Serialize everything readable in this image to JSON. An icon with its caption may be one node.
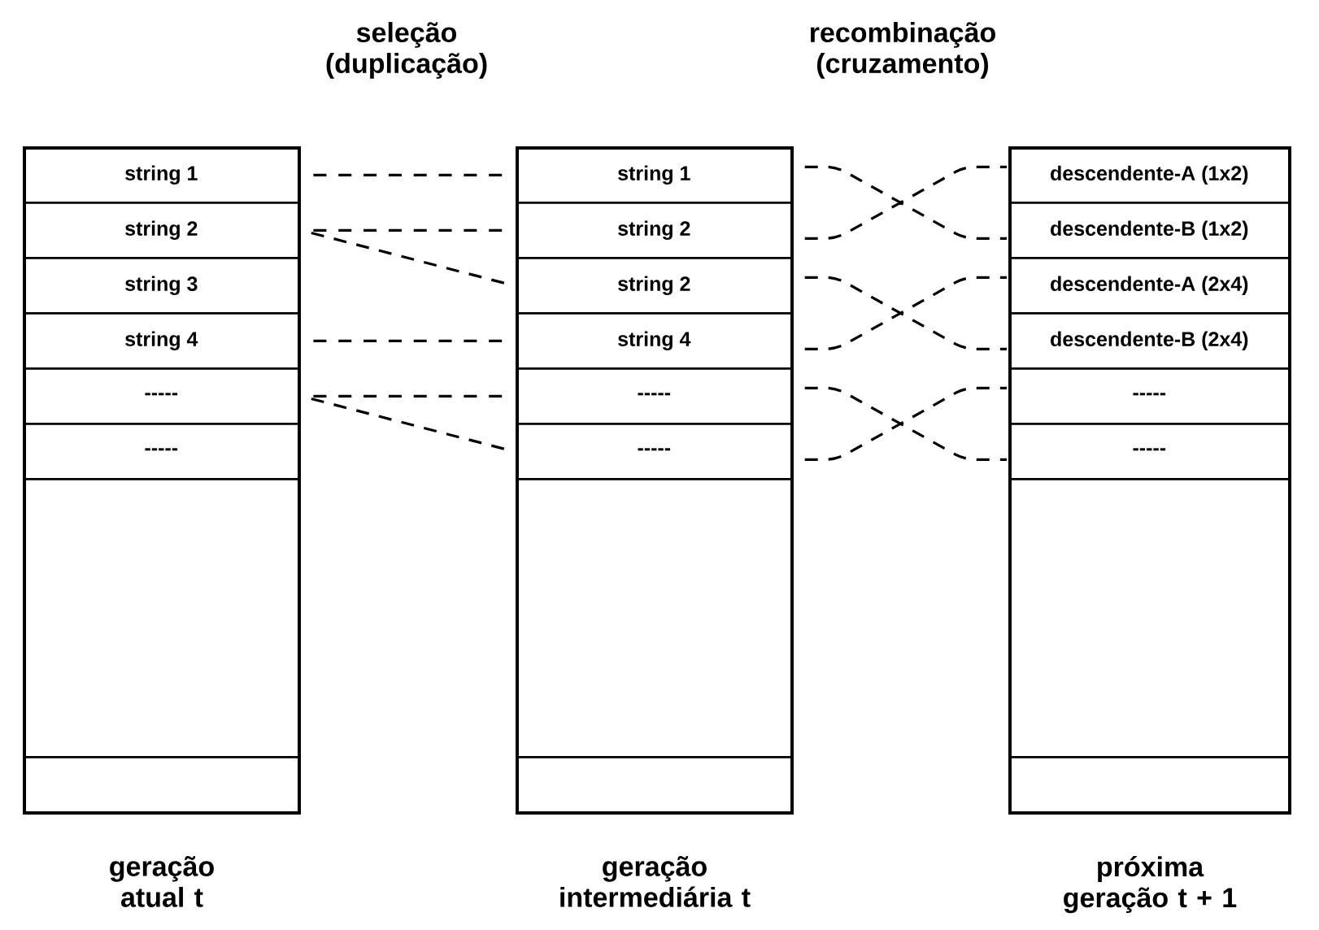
{
  "diagram": {
    "nodes": [
      {
        "text": [
          "geração atual t"
        ]
      },
      {
        "text": [
          "string 1"
        ],
        "in": 0
      },
      {
        "text": [
          "string 2"
        ],
        "in": 0
      },
      {
        "text": [
          "string 3"
        ],
        "in": 0
      },
      {
        "text": [
          "string 4"
        ],
        "in": 0
      },
      {
        "text": [
          "-----"
        ],
        "in": 0
      },
      {
        "text": [
          "-----"
        ],
        "in": 0
      },
      {
        "text": [],
        "shape": "box",
        "in": 0
      },
      {
        "text": [],
        "shape": "box",
        "in": 0
      },
      {
        "text": [
          "geração intermediária t"
        ]
      },
      {
        "text": [
          "string 1"
        ],
        "in": 9
      },
      {
        "text": [
          "string 2"
        ],
        "in": 9
      },
      {
        "text": [
          "string 2"
        ],
        "in": 9
      },
      {
        "text": [
          "string 4"
        ],
        "in": 9
      },
      {
        "text": [
          "-----"
        ],
        "in": 9
      },
      {
        "text": [
          "-----"
        ],
        "in": 9
      },
      {
        "text": [],
        "shape": "box",
        "in": 9
      },
      {
        "text": [],
        "shape": "box",
        "in": 9
      },
      {
        "text": [
          "próxima geração t + 1"
        ]
      },
      {
        "text": [
          "descendente-A (1x2)"
        ],
        "in": 18
      },
      {
        "text": [
          "descendente-B (1x2)"
        ],
        "in": 18
      },
      {
        "text": [
          "descendente-A (2x4)"
        ],
        "in": 18
      },
      {
        "text": [
          "descendente-B (2x4)"
        ],
        "in": 18
      },
      {
        "text": [
          "-----"
        ],
        "in": 18
      },
      {
        "text": [
          "-----"
        ],
        "in": 18
      },
      {
        "text": [],
        "shape": "box",
        "in": 18
      },
      {
        "text": [],
        "shape": "box",
        "in": 18
      }
    ],
    "edges": [
      {
        "from": 1,
        "to": 10,
        "arrow": "none",
        "style": "dashed"
      },
      {
        "from": 2,
        "to": 11,
        "arrow": "none",
        "style": "dashed"
      },
      {
        "from": 2,
        "to": 12,
        "arrow": "none",
        "style": "dashed"
      },
      {
        "from": 4,
        "to": 13,
        "arrow": "none",
        "style": "dashed"
      },
      {
        "from": 5,
        "to": 14,
        "arrow": "none",
        "style": "dashed"
      },
      {
        "from": 5,
        "to": 15,
        "arrow": "none",
        "style": "dashed"
      },
      {
        "from": 10,
        "to": 20,
        "arrow": "none",
        "style": "dashed"
      },
      {
        "from": 11,
        "to": 19,
        "arrow": "none",
        "style": "dashed"
      },
      {
        "from": 12,
        "to": 22,
        "arrow": "none",
        "style": "dashed"
      },
      {
        "from": 13,
        "to": 21,
        "arrow": "none",
        "style": "dashed"
      },
      {
        "from": 14,
        "to": 24,
        "arrow": "none",
        "style": "dashed"
      },
      {
        "from": 15,
        "to": 23,
        "arrow": "none",
        "style": "dashed"
      }
    ],
    "labels": [
      "seleção (duplicação)",
      "recombinação (cruzamento)"
    ]
  }
}
